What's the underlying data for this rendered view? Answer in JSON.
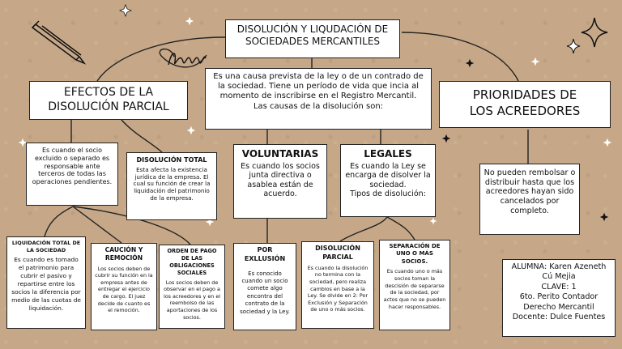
{
  "title": {
    "line1": "DISOLUCIÓN Y LIQUDACIÓN DE",
    "line2": "SOCIEDADES MERCANTILES"
  },
  "intro": {
    "text": "Es una causa prevista de la ley o de un contrado de la sociedad. Tiene un período de vida que incia al momento de inscribirse en el Registro Mercantil.",
    "causes": "Las causas de la disolución son:"
  },
  "efectos": {
    "heading_line1": "EFECTOS DE LA",
    "heading_line2": "DISOLUCIÓN PARCIAL",
    "desc": "Es cuando el socio excluido o separado es responsable ante terceros de todas las operaciones pendientes."
  },
  "disolucion_total": {
    "title": "DISOLUCIÓN TOTAL",
    "desc": "Esta afecta la existencia jurídica de la empresa. El cual su función de crear la liquidación del patrimonio de la empresa."
  },
  "liquidacion_total": {
    "title": "LIQUIDACIÓN TOTAL DE LA SOCIEDAD",
    "desc": "Es cuando es tomado el patrimonio para cubrir el pasivo y repartirse entre los socios la diferencia por medio de las cuotas de liquidación."
  },
  "caucion": {
    "title": "CAUCIÓN Y REMOCIÓN",
    "desc": "Los socios deben de cubrir su función en la empresa antes de entregar el ejercicio de cargo. El juez decide de cuanto es el remoción."
  },
  "orden_pago": {
    "title": "ORDEN DE PAGO DE LAS OBLIGACIONES SOCIALES",
    "desc": "Los socios deben de observar en el pago a los acreedores y en el reembolso de las aportaciones de los socios."
  },
  "voluntarias": {
    "title": "VOLUNTARIAS",
    "desc": "Es cuando los socios junta directiva o asablea están de acuerdo."
  },
  "legales": {
    "title": "LEGALES",
    "desc": "Es cuando la Ley se encarga de disolver la sociedad.",
    "tipos": "Tipos de disolución:"
  },
  "exclusion": {
    "title": "POR EXLLUSIÓN",
    "desc": "Es conocido cuando un socio comete algo encontra del contrato de la sociedad y la Ley."
  },
  "disolucion_parcial": {
    "title": "DISOLUCIÓN PARCIAL",
    "desc": "Es cuando la disolución no termina con la sociedad, pero realiza cambios en base a la Ley. Se divide en 2: Por Exclusión y Separación de uno o más socios."
  },
  "separacion": {
    "title": "SEPARACIÓN DE UNO O MÁS SOCIOS.",
    "desc": "Es cuando uno o más socios toman la descisión de separarse de la sociedad, por actos que no se pueden hacer responsables."
  },
  "prioridades": {
    "heading_line1": "PRIORIDADES DE",
    "heading_line2": "LOS ACREEDORES",
    "desc": "No pueden rembolsar o distribuir hasta que los acreedores hayan sido cancelados por completo."
  },
  "credits": {
    "l1": "ALUMNA: Karen Azeneth",
    "l2": "Cú Mejia",
    "l3": "CLAVE: 1",
    "l4": "6to. Perito Contador",
    "l5": "Derecho Mercantil",
    "l6": "Docente: Dulce Fuentes"
  },
  "colors": {
    "background": "#c6a888",
    "box": "#ffffff",
    "ink": "#111111"
  },
  "icons": [
    "pencil-icon",
    "spring-icon",
    "sparkle-icon",
    "star-icon"
  ]
}
